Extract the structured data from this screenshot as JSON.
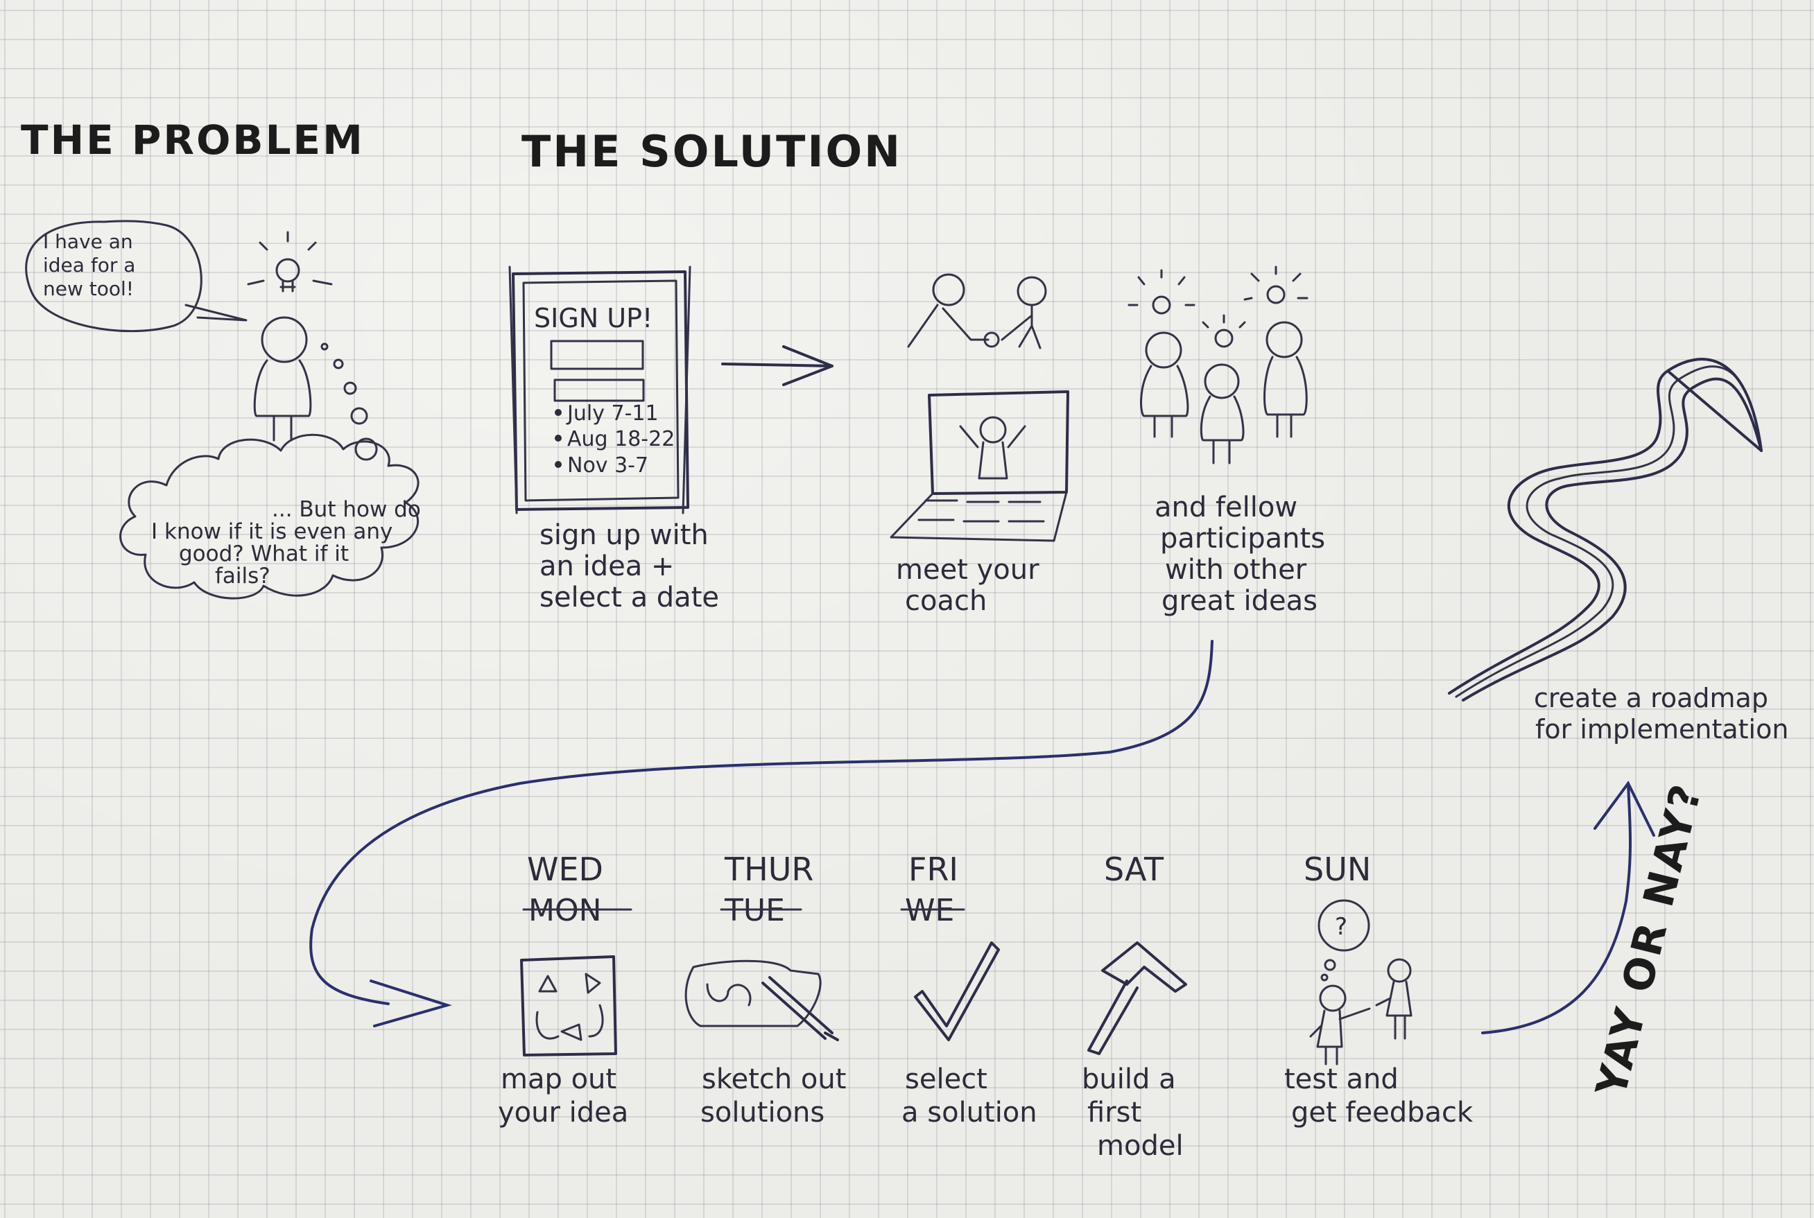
{
  "headings": {
    "problem": "THE PROBLEM",
    "solution": "THE SOLUTION"
  },
  "problem": {
    "speech_bubble": [
      "I have an",
      "idea for a",
      "new tool!"
    ],
    "thought_bubble": [
      "... But how do",
      "I know if it is even any",
      "good? What if it",
      "fails?"
    ]
  },
  "signup": {
    "form_title": "SIGN UP!",
    "dates": [
      "July 7-11",
      "Aug 18-22",
      "Nov 3-7"
    ],
    "caption": [
      "sign up with",
      "an idea +",
      "select a date"
    ]
  },
  "coach": {
    "caption": [
      "meet your",
      "coach"
    ]
  },
  "participants": {
    "caption": [
      "and fellow",
      "participants",
      "with other",
      "great ideas"
    ]
  },
  "roadmap": {
    "caption": [
      "create a roadmap",
      "for implementation"
    ]
  },
  "days": [
    {
      "day": "WED",
      "struck": "MON",
      "caption": [
        "map out",
        "your idea"
      ],
      "icon": "sticky-notes-icon"
    },
    {
      "day": "THUR",
      "struck": "TUE",
      "caption": [
        "sketch out",
        "solutions"
      ],
      "icon": "sketch-pencil-icon"
    },
    {
      "day": "FRI",
      "struck": "WE",
      "caption": [
        "select",
        "a solution"
      ],
      "icon": "checkmark-icon"
    },
    {
      "day": "SAT",
      "struck": "",
      "caption": [
        "build a",
        "first",
        "model"
      ],
      "icon": "hammer-icon"
    },
    {
      "day": "SUN",
      "struck": "",
      "caption": [
        "test and",
        "get feedback"
      ],
      "icon": "feedback-people-icon"
    }
  ],
  "decision": "YAY OR NAY?",
  "ink_color": "#2a2f6e"
}
